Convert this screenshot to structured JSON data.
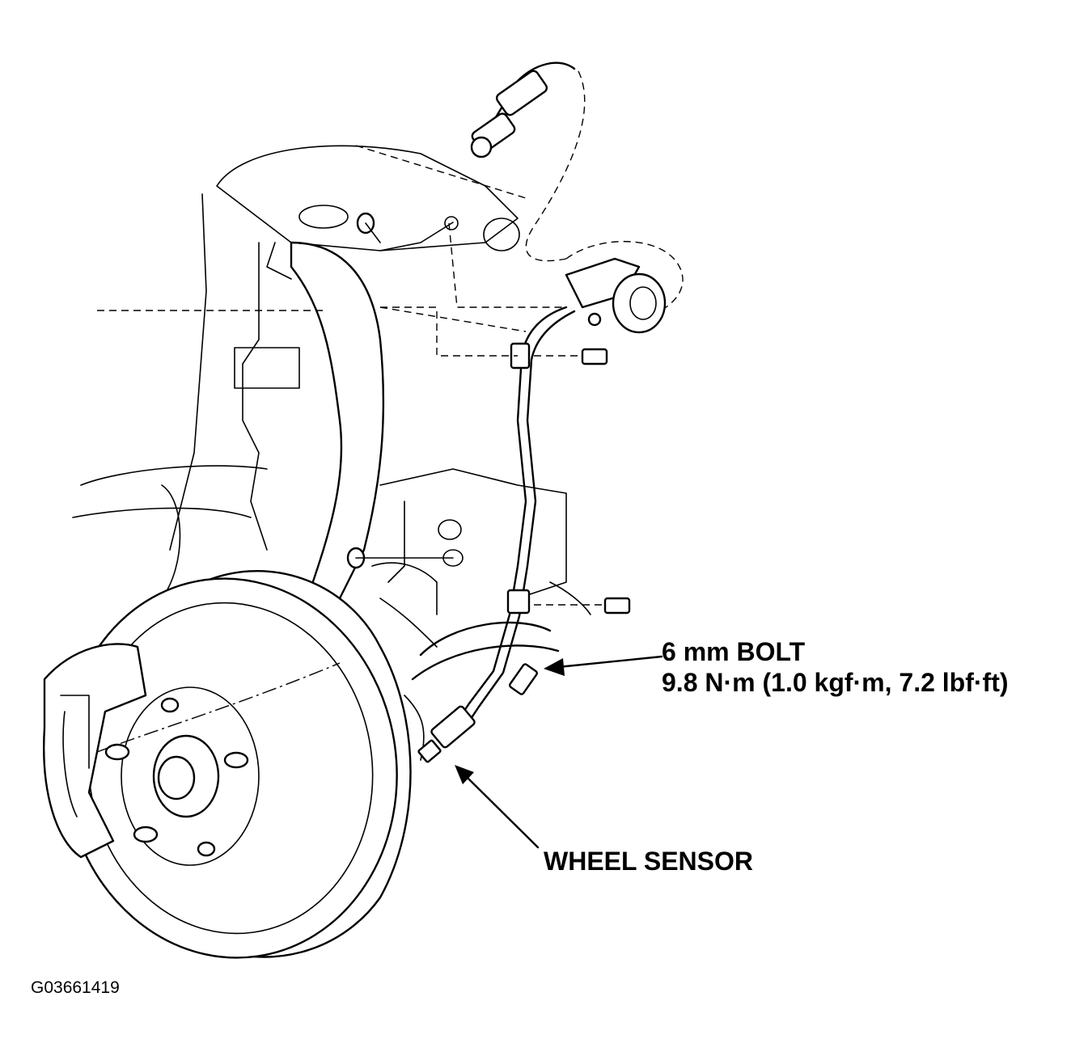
{
  "labels": {
    "bolt_line1": "6 mm BOLT",
    "bolt_line2": "9.8 N·m (1.0 kgf·m, 7.2 lbf·ft)",
    "wheel_sensor": "WHEEL SENSOR",
    "figure_id": "G03661419"
  },
  "colors": {
    "ink": "#000000",
    "paper": "#ffffff"
  }
}
